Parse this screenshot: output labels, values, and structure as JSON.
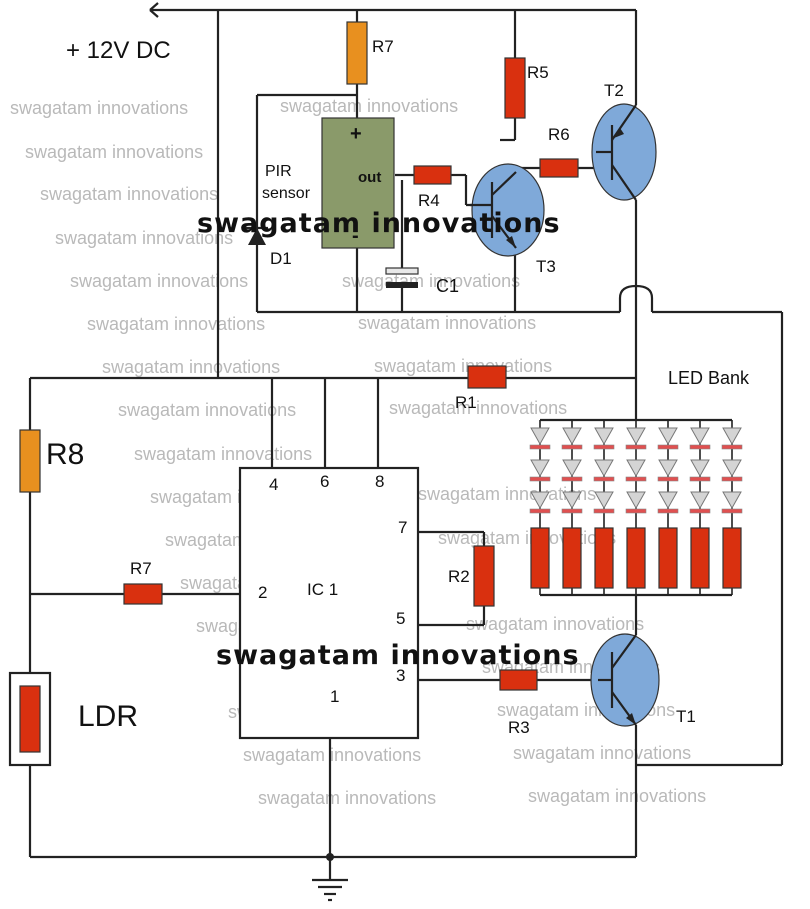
{
  "supply_label": "+ 12V DC",
  "labels": {
    "r7_top": "R7",
    "r5": "R5",
    "r6": "R6",
    "t2": "T2",
    "r4": "R4",
    "out": "out",
    "pir_line1": "PIR",
    "pir_line2": "sensor",
    "plus": "+",
    "minus": "-",
    "d1": "D1",
    "t3": "T3",
    "c1": "C1",
    "r1": "R1",
    "led_bank": "LED Bank",
    "r8": "R8",
    "r7_left": "R7",
    "ldr": "LDR",
    "ic": "IC 1",
    "pin4": "4",
    "pin6": "6",
    "pin8": "8",
    "pin7": "7",
    "pin2": "2",
    "pin5": "5",
    "pin3": "3",
    "pin1": "1",
    "r2": "R2",
    "r3": "R3",
    "t1": "T1"
  },
  "watermark": {
    "text": "swagatam innovations",
    "bold_text": "swagatam innovations"
  },
  "colors": {
    "resistor_orange": "#e8901f",
    "resistor_red": "#d9300f",
    "transistor_blue": "#7fa9d9",
    "pir_green": "#8a9a6a",
    "led_grey": "#d4d4d4",
    "wire": "#222222",
    "watermark": "#b9b9b9"
  }
}
